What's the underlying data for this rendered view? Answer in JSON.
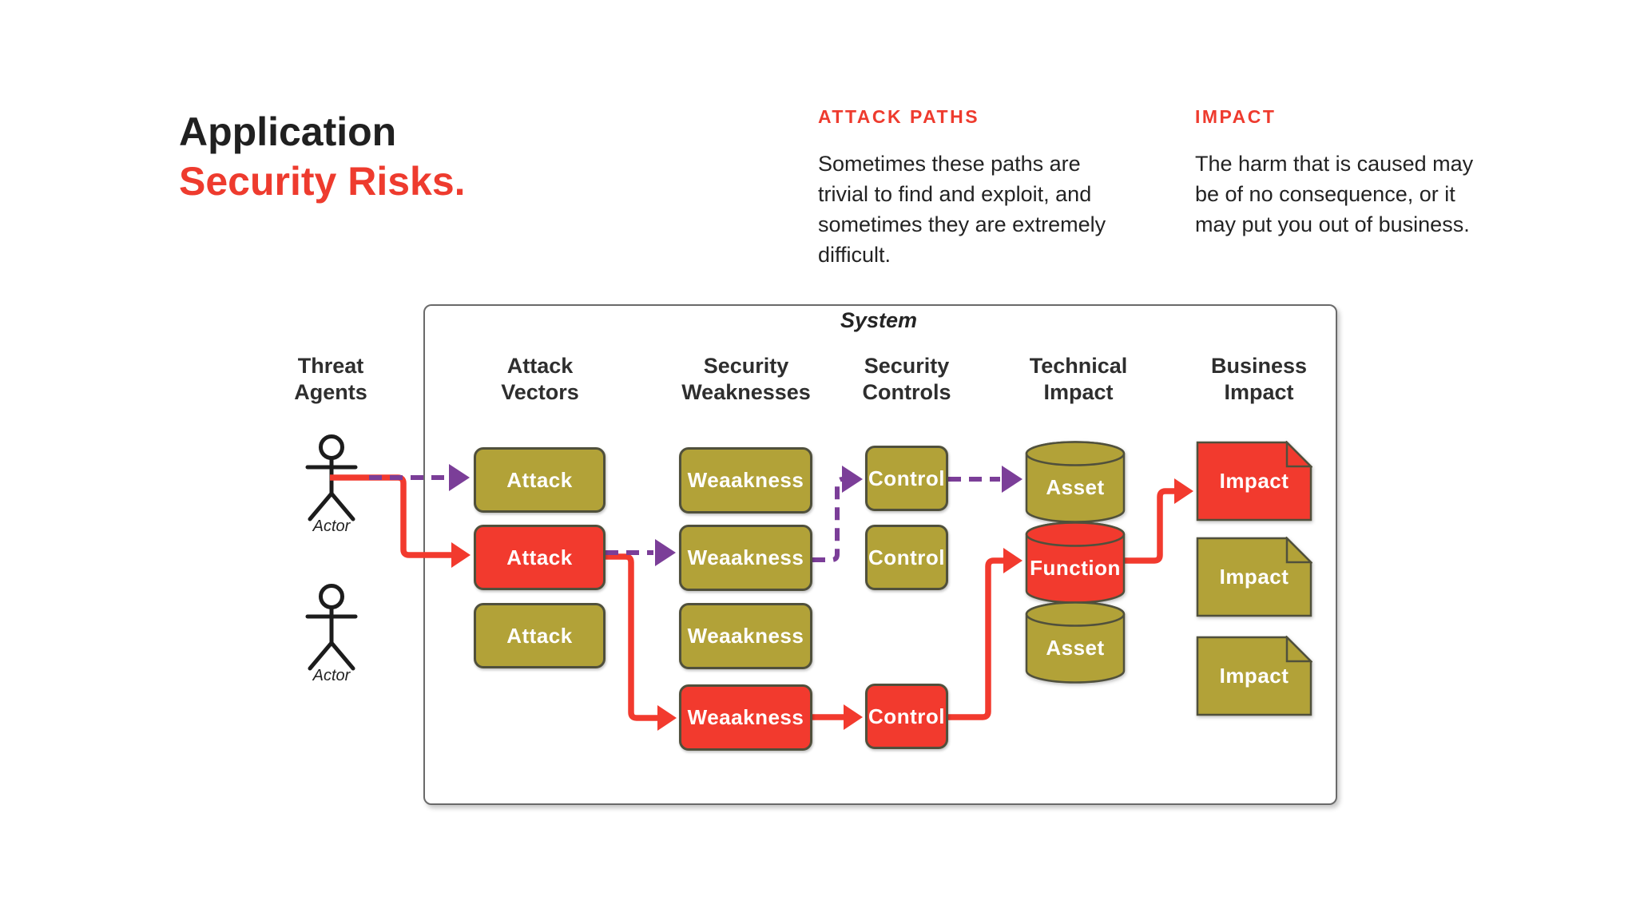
{
  "title": {
    "line1": "Application",
    "line2": "Security Risks."
  },
  "notes": {
    "attack_paths": {
      "heading": "ATTACK PATHS",
      "body": "Sometimes these paths are\ntrivial to find and exploit, and\nsometimes they are extremely\ndifficult."
    },
    "impact": {
      "heading": "IMPACT",
      "body": "The harm that is caused may\nbe of no consequence, or it\nmay put you out of business."
    }
  },
  "diagram": {
    "frame_label": "System",
    "columns": [
      "Threat\nAgents",
      "Attack\nVectors",
      "Security\nWeaknesses",
      "Security\nControls",
      "Technical\nImpact",
      "Business\nImpact"
    ],
    "actors": [
      "Actor",
      "Actor"
    ],
    "attack": [
      "Attack",
      "Attack",
      "Attack"
    ],
    "weaknesses": [
      "Weaakness",
      "Weaakness",
      "Weaakness",
      "Weaakness"
    ],
    "controls": [
      "Control",
      "Control",
      "Control"
    ],
    "technical": [
      "Asset",
      "Function",
      "Asset"
    ],
    "business": [
      "Impact",
      "Impact",
      "Impact"
    ]
  },
  "colors": {
    "olive": "#b2a238",
    "red": "#f23a2e",
    "purple": "#7b3e98",
    "heading_red": "#ee3b2e",
    "frame_border": "#6a6a6a"
  }
}
